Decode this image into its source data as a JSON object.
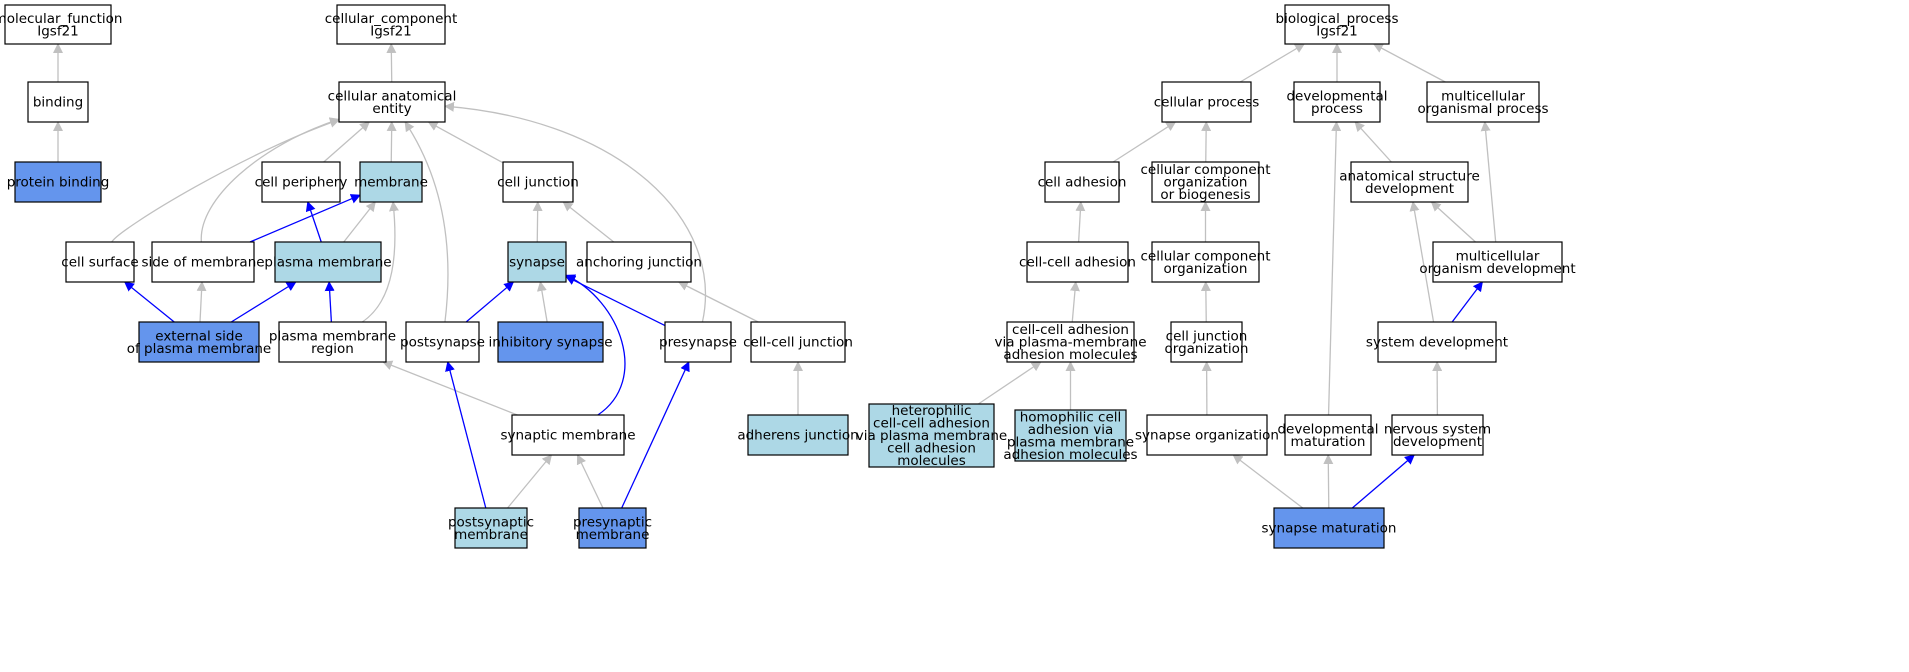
{
  "colors": {
    "fill_white": "#ffffff",
    "fill_lightblue": "#add8e6",
    "fill_cornflower": "#6495ed",
    "edge_gray": "#c0c0c0",
    "edge_blue": "#0000ff"
  },
  "nodes": [
    {
      "id": "mf_root",
      "lines": [
        "molecular_function",
        "Igsf21"
      ],
      "fill": "white"
    },
    {
      "id": "binding",
      "lines": [
        "binding"
      ],
      "fill": "white"
    },
    {
      "id": "protein_binding",
      "lines": [
        "protein binding"
      ],
      "fill": "cornflower"
    },
    {
      "id": "cc_root",
      "lines": [
        "cellular_component",
        "Igsf21"
      ],
      "fill": "white"
    },
    {
      "id": "cell_anat",
      "lines": [
        "cellular anatomical",
        "entity"
      ],
      "fill": "white"
    },
    {
      "id": "cell_periphery",
      "lines": [
        "cell periphery"
      ],
      "fill": "white"
    },
    {
      "id": "membrane",
      "lines": [
        "membrane"
      ],
      "fill": "lightblue"
    },
    {
      "id": "cell_junction",
      "lines": [
        "cell junction"
      ],
      "fill": "white"
    },
    {
      "id": "cell_surface",
      "lines": [
        "cell surface"
      ],
      "fill": "white"
    },
    {
      "id": "side_membrane",
      "lines": [
        "side of membrane"
      ],
      "fill": "white"
    },
    {
      "id": "plasma_membrane",
      "lines": [
        "plasma membrane"
      ],
      "fill": "lightblue"
    },
    {
      "id": "synapse",
      "lines": [
        "synapse"
      ],
      "fill": "lightblue"
    },
    {
      "id": "anchoring_junction",
      "lines": [
        "anchoring junction"
      ],
      "fill": "white"
    },
    {
      "id": "ext_side_pm",
      "lines": [
        "external side",
        "of plasma membrane"
      ],
      "fill": "cornflower"
    },
    {
      "id": "pm_region",
      "lines": [
        "plasma membrane",
        "region"
      ],
      "fill": "white"
    },
    {
      "id": "postsynapse",
      "lines": [
        "postsynapse"
      ],
      "fill": "white"
    },
    {
      "id": "inhib_synapse",
      "lines": [
        "inhibitory synapse"
      ],
      "fill": "cornflower"
    },
    {
      "id": "presynapse",
      "lines": [
        "presynapse"
      ],
      "fill": "white"
    },
    {
      "id": "cc_junction",
      "lines": [
        "cell-cell junction"
      ],
      "fill": "white"
    },
    {
      "id": "syn_membrane",
      "lines": [
        "synaptic membrane"
      ],
      "fill": "white"
    },
    {
      "id": "adherens_junction",
      "lines": [
        "adherens junction"
      ],
      "fill": "lightblue"
    },
    {
      "id": "postsyn_membrane",
      "lines": [
        "postsynaptic",
        "membrane"
      ],
      "fill": "lightblue"
    },
    {
      "id": "presyn_membrane",
      "lines": [
        "presynaptic",
        "membrane"
      ],
      "fill": "cornflower"
    },
    {
      "id": "bp_root",
      "lines": [
        "biological_process",
        "Igsf21"
      ],
      "fill": "white"
    },
    {
      "id": "cellular_process",
      "lines": [
        "cellular process"
      ],
      "fill": "white"
    },
    {
      "id": "dev_process",
      "lines": [
        "developmental",
        "process"
      ],
      "fill": "white"
    },
    {
      "id": "multi_org_process",
      "lines": [
        "multicellular",
        "organismal process"
      ],
      "fill": "white"
    },
    {
      "id": "cell_adhesion",
      "lines": [
        "cell adhesion"
      ],
      "fill": "white"
    },
    {
      "id": "ccomp_org_biogen",
      "lines": [
        "cellular component",
        "organization",
        "or biogenesis"
      ],
      "fill": "white"
    },
    {
      "id": "anat_struct_dev",
      "lines": [
        "anatomical structure",
        "development"
      ],
      "fill": "white"
    },
    {
      "id": "cc_adhesion",
      "lines": [
        "cell-cell adhesion"
      ],
      "fill": "white"
    },
    {
      "id": "ccomp_org",
      "lines": [
        "cellular component",
        "organization"
      ],
      "fill": "white"
    },
    {
      "id": "multi_org_dev",
      "lines": [
        "multicellular",
        "organism development"
      ],
      "fill": "white"
    },
    {
      "id": "cc_adh_pm",
      "lines": [
        "cell-cell adhesion",
        "via plasma-membrane",
        "adhesion molecules"
      ],
      "fill": "white"
    },
    {
      "id": "cj_org",
      "lines": [
        "cell junction",
        "organization"
      ],
      "fill": "white"
    },
    {
      "id": "system_dev",
      "lines": [
        "system development"
      ],
      "fill": "white"
    },
    {
      "id": "hetero_adh",
      "lines": [
        "heterophilic",
        "cell-cell adhesion",
        "via plasma membrane",
        "cell adhesion",
        "molecules"
      ],
      "fill": "lightblue"
    },
    {
      "id": "homo_adh",
      "lines": [
        "homophilic cell",
        "adhesion via",
        "plasma membrane",
        "adhesion molecules"
      ],
      "fill": "lightblue"
    },
    {
      "id": "synapse_org",
      "lines": [
        "synapse organization"
      ],
      "fill": "white"
    },
    {
      "id": "dev_maturation",
      "lines": [
        "developmental",
        "maturation"
      ],
      "fill": "white"
    },
    {
      "id": "ns_dev",
      "lines": [
        "nervous system",
        "development"
      ],
      "fill": "white"
    },
    {
      "id": "synapse_maturation",
      "lines": [
        "synapse maturation"
      ],
      "fill": "cornflower"
    }
  ],
  "edges": [
    {
      "from": "binding",
      "to": "mf_root",
      "color": "gray"
    },
    {
      "from": "protein_binding",
      "to": "binding",
      "color": "gray"
    },
    {
      "from": "cell_anat",
      "to": "cc_root",
      "color": "gray"
    },
    {
      "from": "cell_periphery",
      "to": "cell_anat",
      "color": "gray"
    },
    {
      "from": "membrane",
      "to": "cell_anat",
      "color": "gray"
    },
    {
      "from": "cell_junction",
      "to": "cell_anat",
      "color": "gray"
    },
    {
      "from": "cell_surface",
      "to": "cell_anat",
      "color": "gray"
    },
    {
      "from": "side_membrane",
      "to": "cell_anat",
      "color": "gray"
    },
    {
      "from": "postsynapse",
      "to": "cell_anat",
      "color": "gray"
    },
    {
      "from": "presynapse",
      "to": "cell_anat",
      "color": "gray"
    },
    {
      "from": "plasma_membrane",
      "to": "cell_periphery",
      "color": "blue"
    },
    {
      "from": "side_membrane",
      "to": "membrane",
      "color": "blue"
    },
    {
      "from": "plasma_membrane",
      "to": "membrane",
      "color": "gray"
    },
    {
      "from": "pm_region",
      "to": "membrane",
      "color": "gray"
    },
    {
      "from": "synapse",
      "to": "cell_junction",
      "color": "gray"
    },
    {
      "from": "anchoring_junction",
      "to": "cell_junction",
      "color": "gray"
    },
    {
      "from": "ext_side_pm",
      "to": "cell_surface",
      "color": "blue"
    },
    {
      "from": "ext_side_pm",
      "to": "side_membrane",
      "color": "gray"
    },
    {
      "from": "ext_side_pm",
      "to": "plasma_membrane",
      "color": "blue"
    },
    {
      "from": "pm_region",
      "to": "plasma_membrane",
      "color": "blue"
    },
    {
      "from": "postsynapse",
      "to": "synapse",
      "color": "blue"
    },
    {
      "from": "inhib_synapse",
      "to": "synapse",
      "color": "gray"
    },
    {
      "from": "presynapse",
      "to": "synapse",
      "color": "blue"
    },
    {
      "from": "syn_membrane",
      "to": "synapse",
      "color": "blue"
    },
    {
      "from": "cc_junction",
      "to": "anchoring_junction",
      "color": "gray"
    },
    {
      "from": "syn_membrane",
      "to": "pm_region",
      "color": "gray"
    },
    {
      "from": "adherens_junction",
      "to": "cc_junction",
      "color": "gray"
    },
    {
      "from": "postsyn_membrane",
      "to": "postsynapse",
      "color": "blue"
    },
    {
      "from": "postsyn_membrane",
      "to": "syn_membrane",
      "color": "gray"
    },
    {
      "from": "presyn_membrane",
      "to": "presynapse",
      "color": "blue"
    },
    {
      "from": "presyn_membrane",
      "to": "syn_membrane",
      "color": "gray"
    },
    {
      "from": "cellular_process",
      "to": "bp_root",
      "color": "gray"
    },
    {
      "from": "dev_process",
      "to": "bp_root",
      "color": "gray"
    },
    {
      "from": "multi_org_process",
      "to": "bp_root",
      "color": "gray"
    },
    {
      "from": "cell_adhesion",
      "to": "cellular_process",
      "color": "gray"
    },
    {
      "from": "ccomp_org_biogen",
      "to": "cellular_process",
      "color": "gray"
    },
    {
      "from": "anat_struct_dev",
      "to": "dev_process",
      "color": "gray"
    },
    {
      "from": "dev_maturation",
      "to": "dev_process",
      "color": "gray"
    },
    {
      "from": "multi_org_dev",
      "to": "multi_org_process",
      "color": "gray"
    },
    {
      "from": "cc_adhesion",
      "to": "cell_adhesion",
      "color": "gray"
    },
    {
      "from": "ccomp_org",
      "to": "ccomp_org_biogen",
      "color": "gray"
    },
    {
      "from": "multi_org_dev",
      "to": "anat_struct_dev",
      "color": "gray"
    },
    {
      "from": "system_dev",
      "to": "anat_struct_dev",
      "color": "gray"
    },
    {
      "from": "cc_adh_pm",
      "to": "cc_adhesion",
      "color": "gray"
    },
    {
      "from": "cj_org",
      "to": "ccomp_org",
      "color": "gray"
    },
    {
      "from": "system_dev",
      "to": "multi_org_dev",
      "color": "blue"
    },
    {
      "from": "hetero_adh",
      "to": "cc_adh_pm",
      "color": "gray"
    },
    {
      "from": "homo_adh",
      "to": "cc_adh_pm",
      "color": "gray"
    },
    {
      "from": "synapse_org",
      "to": "cj_org",
      "color": "gray"
    },
    {
      "from": "ns_dev",
      "to": "system_dev",
      "color": "gray"
    },
    {
      "from": "synapse_maturation",
      "to": "synapse_org",
      "color": "gray"
    },
    {
      "from": "synapse_maturation",
      "to": "dev_maturation",
      "color": "gray"
    },
    {
      "from": "synapse_maturation",
      "to": "ns_dev",
      "color": "blue"
    }
  ]
}
